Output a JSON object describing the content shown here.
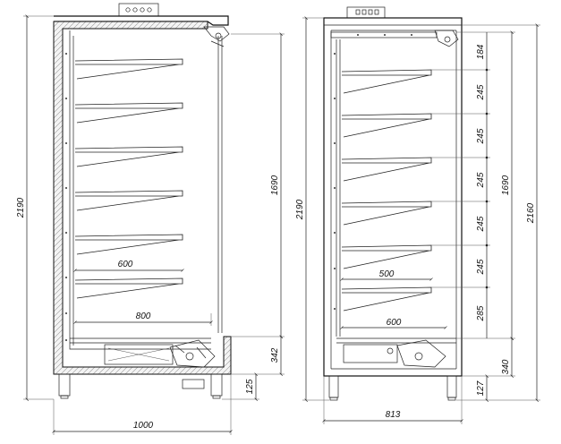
{
  "left_view": {
    "height_total": "2190",
    "height_shelf_zone": "1690",
    "base_height": "342",
    "foot_height": "125",
    "width_total": "1000",
    "shelf_depth_upper": "600",
    "shelf_depth_lower": "800"
  },
  "right_view": {
    "height_total": "2190",
    "height_inner": "2160",
    "height_shelf_zone": "1690",
    "top_spacing": "184",
    "shelf_spacings": [
      "245",
      "245",
      "245",
      "245",
      "245"
    ],
    "bottom_spacing": "285",
    "base_height": "340",
    "foot_height": "127",
    "width_total": "813",
    "shelf_depth_upper": "500",
    "shelf_depth_lower": "600"
  }
}
